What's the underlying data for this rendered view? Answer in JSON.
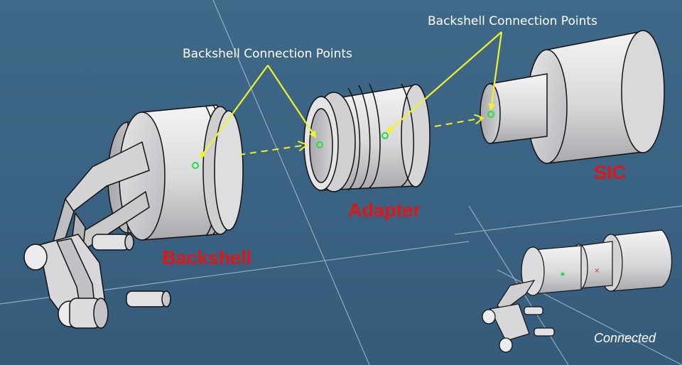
{
  "callouts": {
    "left": "Backshell Connection Points",
    "right": "Backshell Connection Points"
  },
  "parts": {
    "backshell": "Backshell",
    "adapter": "Adapter",
    "sic": "SIC"
  },
  "status": {
    "connected": "Connected"
  },
  "colors": {
    "background": "#3b6483",
    "part_label": "#e01515",
    "callout_arrow": "#f2f22a",
    "connection_point": "#22dd44",
    "metal": "#d8d8da"
  }
}
